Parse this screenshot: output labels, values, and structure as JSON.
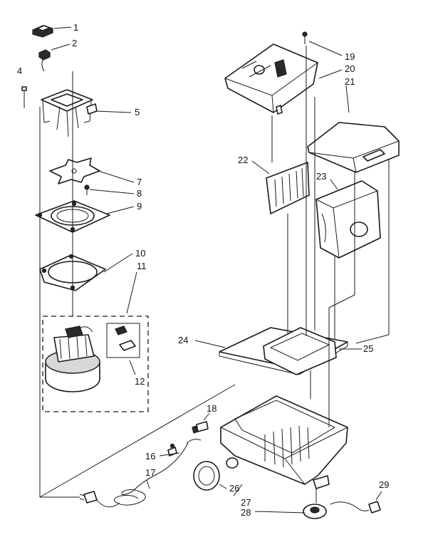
{
  "callouts": [
    {
      "id": "c1",
      "text": "1"
    },
    {
      "id": "c2",
      "text": "2"
    },
    {
      "id": "c4",
      "text": "4"
    },
    {
      "id": "c5",
      "text": "5"
    },
    {
      "id": "c7",
      "text": "7"
    },
    {
      "id": "c8",
      "text": "8"
    },
    {
      "id": "c9",
      "text": "9"
    },
    {
      "id": "c10",
      "text": "10"
    },
    {
      "id": "c11",
      "text": "11"
    },
    {
      "id": "c12",
      "text": "12"
    },
    {
      "id": "c16",
      "text": "16"
    },
    {
      "id": "c17",
      "text": "17"
    },
    {
      "id": "c18",
      "text": "18"
    },
    {
      "id": "c19",
      "text": "19"
    },
    {
      "id": "c20",
      "text": "20"
    },
    {
      "id": "c21",
      "text": "21"
    },
    {
      "id": "c22",
      "text": "22"
    },
    {
      "id": "c23",
      "text": "23"
    },
    {
      "id": "c24",
      "text": "24"
    },
    {
      "id": "c25",
      "text": "25"
    },
    {
      "id": "c26",
      "text": "26"
    },
    {
      "id": "c27",
      "text": "27"
    },
    {
      "id": "c28",
      "text": "28"
    },
    {
      "id": "c29",
      "text": "29"
    }
  ]
}
